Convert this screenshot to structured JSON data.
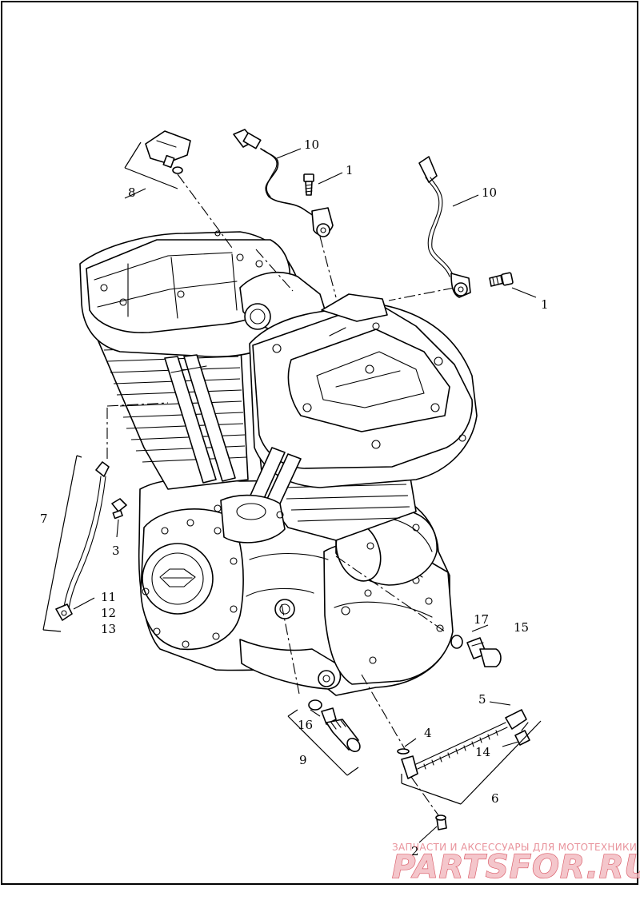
{
  "callouts": {
    "c1a": "1",
    "c1b": "1",
    "c2": "2",
    "c3": "3",
    "c4": "4",
    "c5": "5",
    "c6": "6",
    "c7": "7",
    "c8": "8",
    "c9": "9",
    "c10a": "10",
    "c10b": "10",
    "c11": "11",
    "c12": "12",
    "c13": "13",
    "c14": "14",
    "c15": "15",
    "c16": "16",
    "c17": "17"
  },
  "watermark": {
    "tagline": "ЗАПЧАСТИ И АКСЕССУАРЫ ДЛЯ МОТОТЕХНИКИ",
    "brand": "PARTSFOR.RU"
  },
  "colors": {
    "ink": "#000000",
    "background": "#ffffff",
    "watermark_red": "#d03040"
  }
}
